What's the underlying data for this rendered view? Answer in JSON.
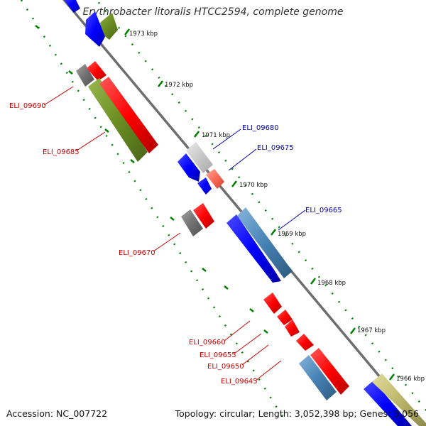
{
  "title": "Erythrobacter litoralis HTCC2594, complete genome",
  "accession_text": "Accession: NC_007722",
  "topology_text": "Topology: circular; Length: 3,052,398 bp; Genes: 3,056",
  "colors": {
    "forward_gene": "#ff0000",
    "reverse_gene": "#0000ff",
    "olive_gene": "#6b8e23",
    "steel_gene": "#4682b4",
    "khaki_gene": "#bdb76b",
    "salmon_gene": "#fa8072",
    "gray_gene": "#808080",
    "light_gray_gene": "#c0c0c0",
    "backbone": "#808080",
    "tick": "#008000",
    "label_red": "#cc0000",
    "label_blue": "#0000aa"
  },
  "ticks": [
    {
      "label": "1973 kbp"
    },
    {
      "label": "1972 kbp"
    },
    {
      "label": "1971 kbp"
    },
    {
      "label": "1970 kbp"
    },
    {
      "label": "1969 kbp"
    },
    {
      "label": "1968 kbp"
    },
    {
      "label": "1967 kbp"
    },
    {
      "label": "1966 kbp"
    }
  ],
  "gene_labels": [
    {
      "text": "ELI_09690",
      "strand": "forward"
    },
    {
      "text": "ELI_09685",
      "strand": "forward"
    },
    {
      "text": "ELI_09680",
      "strand": "reverse"
    },
    {
      "text": "ELI_09675",
      "strand": "reverse"
    },
    {
      "text": "ELI_09670",
      "strand": "forward"
    },
    {
      "text": "ELI_09665",
      "strand": "reverse"
    },
    {
      "text": "ELI_09660",
      "strand": "forward"
    },
    {
      "text": "ELI_09655",
      "strand": "forward"
    },
    {
      "text": "ELI_09650",
      "strand": "forward"
    },
    {
      "text": "ELI_09645",
      "strand": "forward"
    }
  ]
}
